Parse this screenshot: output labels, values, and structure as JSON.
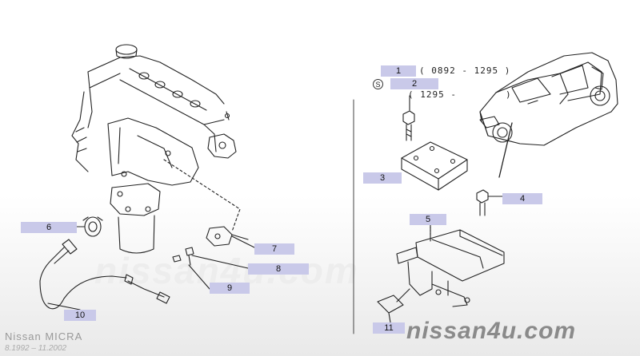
{
  "callouts": [
    {
      "id": "1",
      "label": "1"
    },
    {
      "id": "2",
      "label": "2"
    },
    {
      "id": "3",
      "label": "3"
    },
    {
      "id": "4",
      "label": "4"
    },
    {
      "id": "5",
      "label": "5"
    },
    {
      "id": "6",
      "label": "6"
    },
    {
      "id": "7",
      "label": "7"
    },
    {
      "id": "8",
      "label": "8"
    },
    {
      "id": "9",
      "label": "9"
    },
    {
      "id": "10",
      "label": "10"
    },
    {
      "id": "11",
      "label": "11"
    }
  ],
  "references": {
    "part1_range": "( 0892 - 1295 )",
    "part2_range": "( 1295 -        )",
    "part2_symbol": "S"
  },
  "footer": {
    "watermark": "nissan4u.com",
    "brand": "nissan4u.com",
    "model": "Nissan MICRA",
    "dates": "8.1992 – 11.2002"
  }
}
